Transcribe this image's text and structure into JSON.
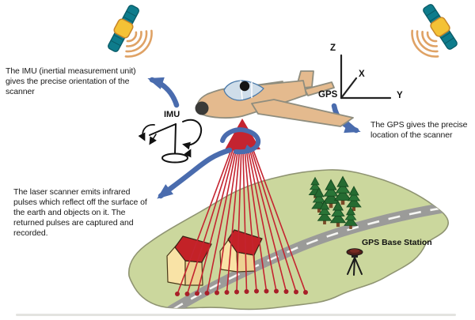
{
  "diagram": {
    "type": "airborne-lidar-scanning-diagram",
    "notes": {
      "imu": "The IMU (inertial measurement unit) gives the precise orientation of the scanner",
      "gps": "The GPS gives the precise location of the scanner",
      "laser": "The laser scanner emits infrared pulses which reflect off the surface of the earth and objects on it. The returned pulses are captured and recorded."
    },
    "labels": {
      "imu": "IMU",
      "gps": "GPS",
      "axis_z": "Z",
      "axis_x": "X",
      "axis_y": "Y",
      "base_station": "GPS Base Station"
    },
    "colors": {
      "arrow_blue": "#4a6cae",
      "laser_red": "#c42430",
      "laser_dot": "#a81f28",
      "ground_green": "#cbd79d",
      "ground_edge": "#8f9472",
      "road_gray": "#9b9b99",
      "satellite_teal": "#0e7c8c",
      "satellite_gold": "#f4c236",
      "signal_orange": "#dfa265",
      "roof_red": "#c32227",
      "house_cream": "#f9e3a6",
      "plane_tan": "#e4ba8e",
      "tree_green": "#256b31",
      "text_black": "#191919"
    }
  }
}
